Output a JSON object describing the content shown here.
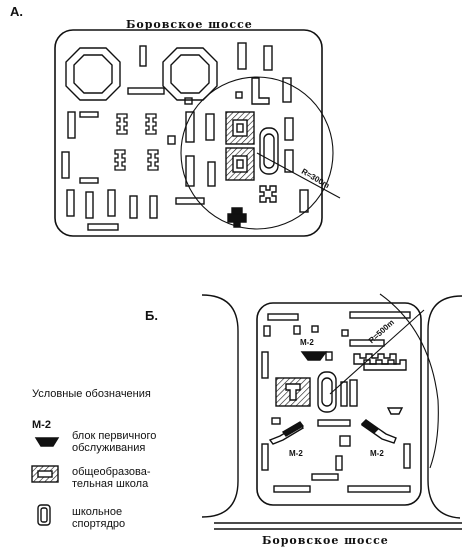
{
  "panels": {
    "a_label": "А.",
    "b_label": "Б."
  },
  "roads": {
    "top": "Боровское шоссе",
    "bottom": "Боровское шоссе"
  },
  "radius_labels": {
    "a": "R=300m",
    "b": "R=500m"
  },
  "block_labels": {
    "m2": "М-2"
  },
  "legend": {
    "title": "Условные обозначения",
    "items": [
      {
        "symbol": "М-2",
        "text": "блок первичного обслуживания"
      },
      {
        "symbol": "",
        "text": "общеобразова-тельная школа"
      },
      {
        "symbol": "",
        "text": "школьное спортядро"
      }
    ]
  }
}
